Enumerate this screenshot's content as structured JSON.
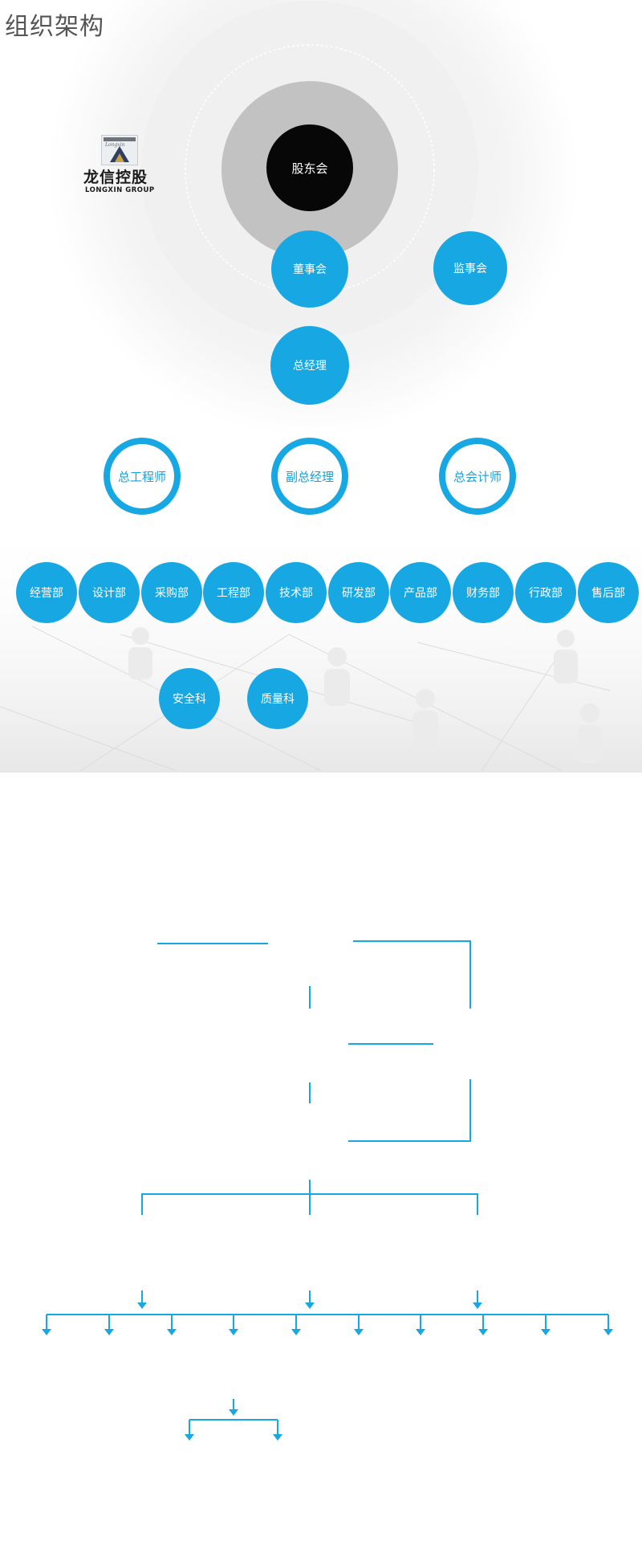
{
  "page": {
    "title": "组织架构"
  },
  "logo": {
    "badge": "Longxin",
    "name_cn": "龙信控股",
    "name_en": "LONGXIN GROUP"
  },
  "colors": {
    "accent": "#17a8e3",
    "root": "#070707",
    "ring_outer": "#c2c2c2",
    "ring_inner": "#ececec"
  },
  "org": {
    "shareholders": "股东会",
    "board": "董事会",
    "supervisors": "监事会",
    "general_manager": "总经理",
    "deputies": [
      "总工程师",
      "副总经理",
      "总会计师"
    ],
    "departments": [
      "经营部",
      "设计部",
      "采购部",
      "工程部",
      "技术部",
      "研发部",
      "产品部",
      "财务部",
      "行政部",
      "售后部"
    ],
    "sub_departments": [
      "安全科",
      "质量科"
    ]
  }
}
